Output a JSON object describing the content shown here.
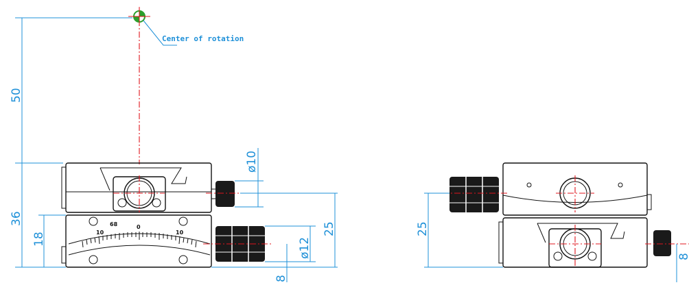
{
  "annotation": {
    "center_of_rotation": "Center of rotation"
  },
  "dimensions": {
    "height_50": "50",
    "height_36": "36",
    "height_18": "18",
    "knob_dia_10": "ø10",
    "knob_dia_12": "ø12",
    "height_25_left": "25",
    "offset_8_left": "8",
    "height_25_right": "25",
    "offset_8_right": "8"
  },
  "scale": {
    "left_10": "10",
    "center_0": "0",
    "right_10": "10",
    "mark": "68"
  },
  "colors": {
    "dimension": "#1e90d8",
    "centerline": "#e0141c",
    "outline": "#111111",
    "rotation_marker": "#2ca02c"
  }
}
